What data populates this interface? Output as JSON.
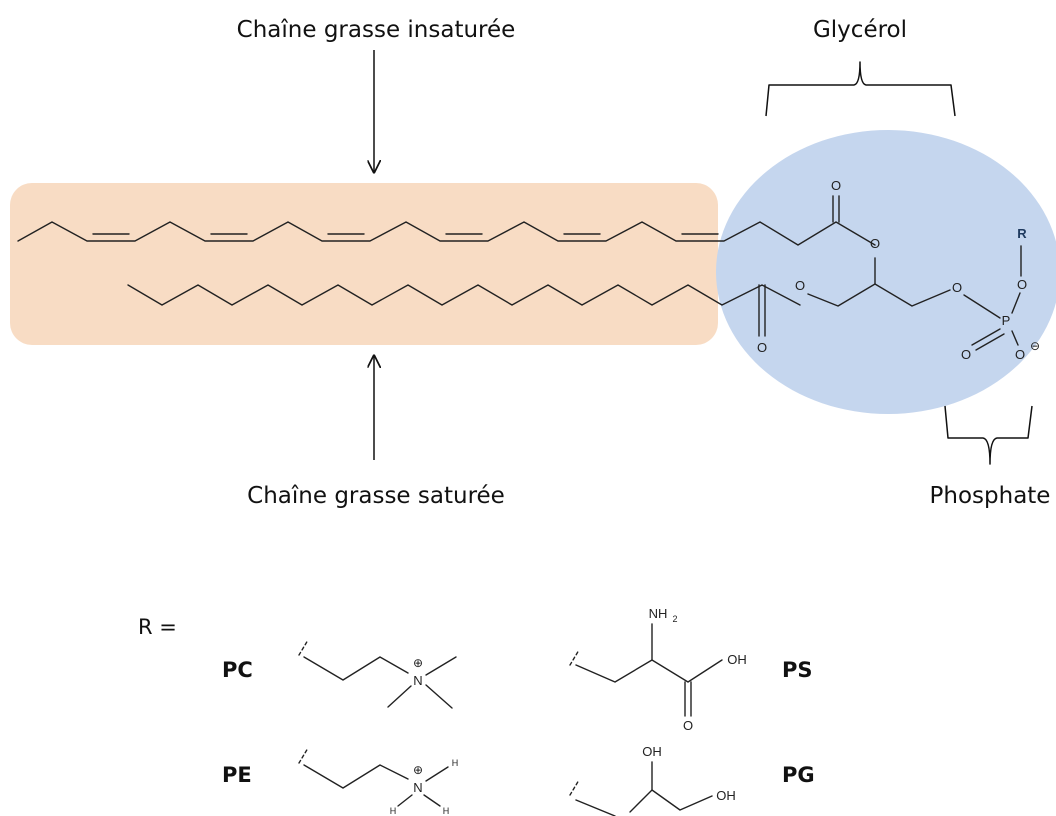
{
  "labels": {
    "unsaturated_chain": "Chaîne grasse insaturée",
    "saturated_chain": "Chaîne grasse saturée",
    "glycerol": "Glycérol",
    "phosphate": "Phosphate",
    "r_equals": "R ="
  },
  "headgroups": {
    "pc": "PC",
    "ps": "PS",
    "pe": "PE",
    "pg": "PG"
  },
  "atoms": {
    "O": "O",
    "P": "P",
    "R": "R",
    "N": "N",
    "H": "H",
    "NH": "NH",
    "sub2": "2",
    "OH": "OH",
    "plus": "⊕",
    "minus": "⊖"
  },
  "colors": {
    "chain_region": "#f8dcc4",
    "headgroup_region": "#c5d6ee",
    "line": "#222222",
    "r_label": "#1f3a5f"
  }
}
